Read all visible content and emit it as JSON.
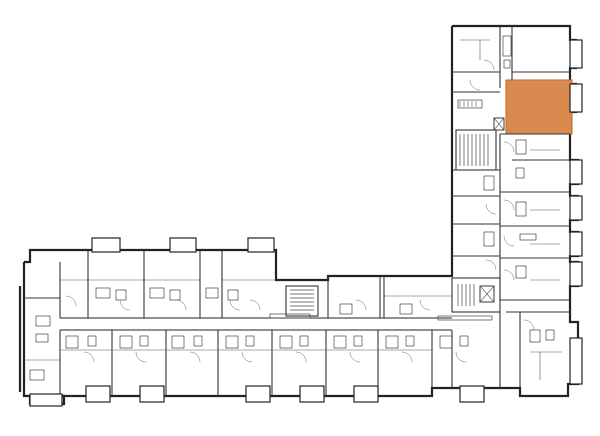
{
  "highlight": {
    "color": "#d98a4e"
  },
  "colors": {
    "wall": "#222222",
    "background": "#ffffff"
  },
  "icons": [
    "stair-symbol",
    "lift-symbol",
    "door-swing",
    "sanitary-fixture"
  ]
}
